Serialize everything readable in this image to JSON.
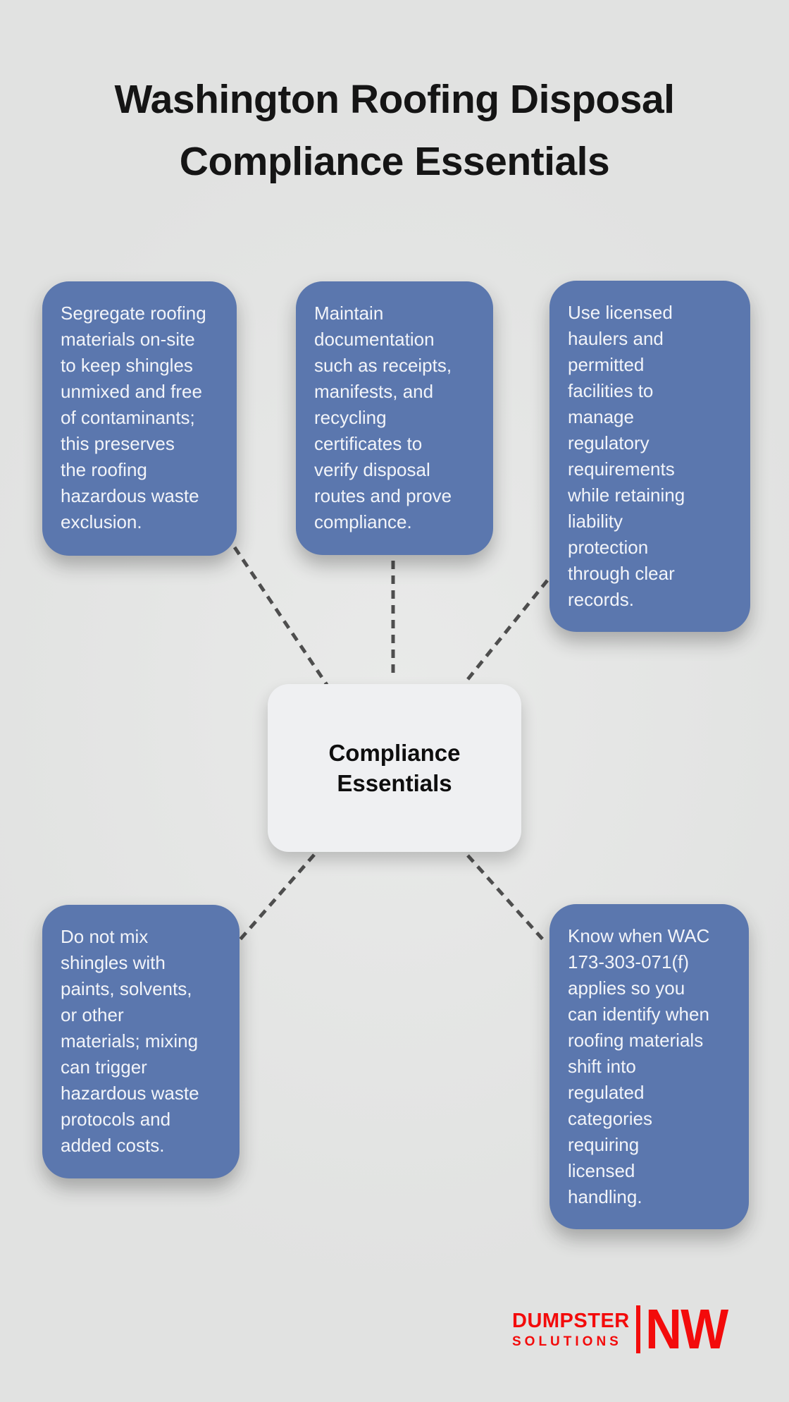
{
  "title": "Washington Roofing Disposal\nCompliance Essentials",
  "center": {
    "label": "Compliance\nEssentials"
  },
  "topics": [
    {
      "id": "segregate-on-site",
      "text": "Segregate roofing\nmaterials on-site\nto keep shingles\nunmixed and free\nof contaminants;\nthis preserves\nthe roofing\nhazardous waste\nexclusion."
    },
    {
      "id": "maintain-documentation",
      "text": "Maintain\ndocumentation\nsuch as receipts,\nmanifests, and\nrecycling\ncertificates to\nverify disposal\nroutes and prove\ncompliance."
    },
    {
      "id": "licensed-haulers",
      "text": "Use licensed\nhaulers and\npermitted\nfacilities to\nmanage\nregulatory\nrequirements\nwhile retaining\nliability\nprotection\nthrough clear\nrecords."
    },
    {
      "id": "do-not-mix",
      "text": "Do not mix\nshingles with\npaints, solvents,\nor other\nmaterials; mixing\ncan trigger\nhazardous waste\nprotocols and\nadded costs."
    },
    {
      "id": "know-wac-rule",
      "text": "Know when WAC\n173-303-071(f)\napplies so you\ncan identify when\nroofing materials\nshift into\nregulated\ncategories\nrequiring\nlicensed\nhandling."
    }
  ],
  "footer_logo": {
    "line1": "DUMPSTER",
    "line2": "SOLUTIONS",
    "suffix": "NW"
  },
  "colors": {
    "background": "#e1e2e1",
    "card_blue": "#5b77ae",
    "card_text": "#f2f4f9",
    "center_bg": "#eff0f2",
    "title_text": "#151515",
    "connector": "#4e4e4e",
    "logo_red": "#f30b0b"
  }
}
